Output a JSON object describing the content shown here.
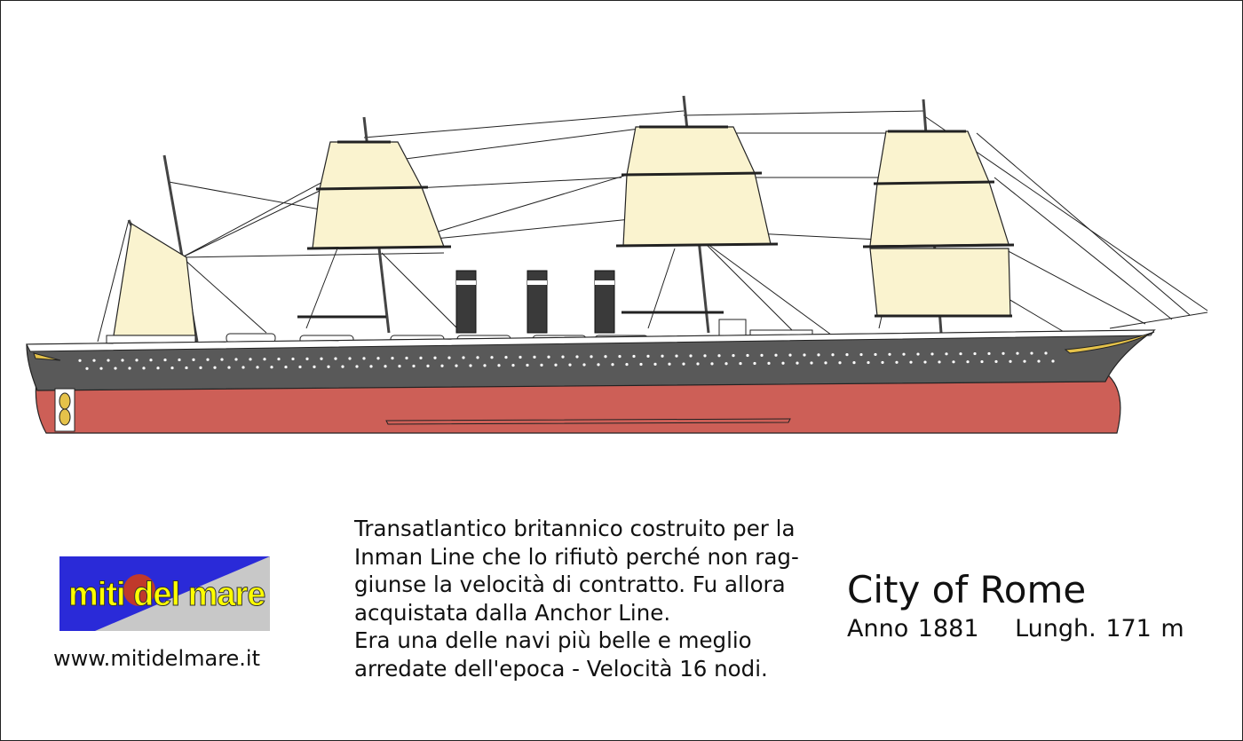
{
  "ship": {
    "name": "City of Rome",
    "year": "Anno 1881",
    "length": "Lungh. 171 m"
  },
  "description": {
    "lines": [
      "Transatlantico britannico costruito per la",
      "Inman Line che lo rifiutò perché non rag-",
      "giunse la velocità di contratto. Fu allora",
      "acquistata dalla Anchor Line.",
      "Era una delle navi più belle e meglio",
      "arredate dell'epoca - Velocità 16 nodi."
    ]
  },
  "brand": {
    "logo_text": "miti del mare",
    "website": "www.mitidelmare.it"
  },
  "colors": {
    "hull_upper": "#595959",
    "hull_lower": "#cd5f57",
    "sail": "#faf3cf",
    "funnel": "#3a3a3a",
    "logo_bg": "#2a2ad8",
    "logo_text": "#ffff00"
  }
}
